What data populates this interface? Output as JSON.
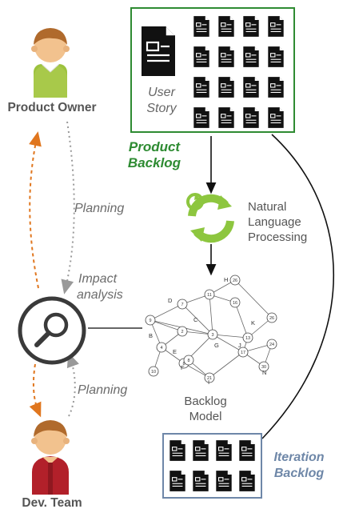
{
  "actors": {
    "product_owner": {
      "label": "Product Owner"
    },
    "dev_team": {
      "label": "Dev. Team"
    }
  },
  "product_backlog": {
    "title_line1": "Product",
    "title_line2": "Backlog",
    "user_story_line1": "User",
    "user_story_line2": "Story",
    "doc_count": 16,
    "border_color": "#2e8b32"
  },
  "iteration_backlog": {
    "title_line1": "Iteration",
    "title_line2": "Backlog",
    "doc_count": 8,
    "border_color": "#6e87a8"
  },
  "nlp": {
    "line1": "Natural",
    "line2": "Language",
    "line3": "Processing",
    "icon": "recycle-arrows-icon",
    "color": "#8dc63f"
  },
  "impact": {
    "line1": "Impact",
    "line2": "analysis",
    "icon": "magnifier-icon"
  },
  "planning_labels": {
    "top": "Planning",
    "bottom": "Planning"
  },
  "backlog_model": {
    "line1": "Backlog",
    "line2": "Model"
  },
  "graph": {
    "nodes": [
      {
        "id": "n1",
        "label": "9"
      },
      {
        "id": "n2",
        "label": "7"
      },
      {
        "id": "n3",
        "label": "11"
      },
      {
        "id": "n4",
        "label": "26"
      },
      {
        "id": "n5",
        "label": "16"
      },
      {
        "id": "n6",
        "label": "2"
      },
      {
        "id": "n7",
        "label": "3"
      },
      {
        "id": "n8",
        "label": "13"
      },
      {
        "id": "n9",
        "label": "26"
      },
      {
        "id": "n10",
        "label": "4"
      },
      {
        "id": "n11",
        "label": "8"
      },
      {
        "id": "n12",
        "label": "17"
      },
      {
        "id": "n13",
        "label": "24"
      },
      {
        "id": "n14",
        "label": "10"
      },
      {
        "id": "n15",
        "label": "8"
      },
      {
        "id": "n16",
        "label": "21"
      },
      {
        "id": "n17",
        "label": "30"
      }
    ],
    "edge_labels": [
      "D",
      "H",
      "C",
      "K",
      "B",
      "G",
      "J",
      "E",
      "F",
      "I",
      "N"
    ]
  },
  "colors": {
    "dashed_orange": "#e0761e",
    "dashed_gray": "#999999"
  }
}
